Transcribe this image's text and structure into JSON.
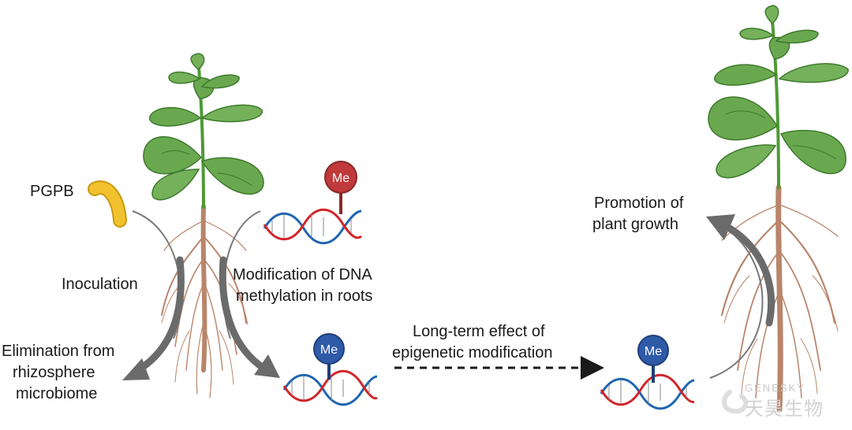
{
  "labels": {
    "pgpb": "PGPB",
    "inoculation": "Inoculation",
    "elimination": [
      "Elimination from",
      "rhizosphere",
      "microbiome"
    ],
    "modification": [
      "Modification of DNA",
      "methylation in roots"
    ],
    "long_term": [
      "Long-term effect of",
      "epigenetic modification"
    ],
    "promotion": [
      "Promotion of",
      "plant growth"
    ]
  },
  "methyl_marker": "Me",
  "watermark": {
    "en": "GENESKY",
    "cn": "天昊生物"
  },
  "colors": {
    "leaf": "#6aa84f",
    "leaf_dark": "#3e7a2d",
    "stem": "#4f9a36",
    "root": "#b9856a",
    "bacterium": "#f2c12e",
    "me_red": "#c0393b",
    "me_blue": "#2f5aa8",
    "dna_red": "#d1262a",
    "dna_blue": "#2066b0",
    "arrow": "#6b6b6b"
  }
}
